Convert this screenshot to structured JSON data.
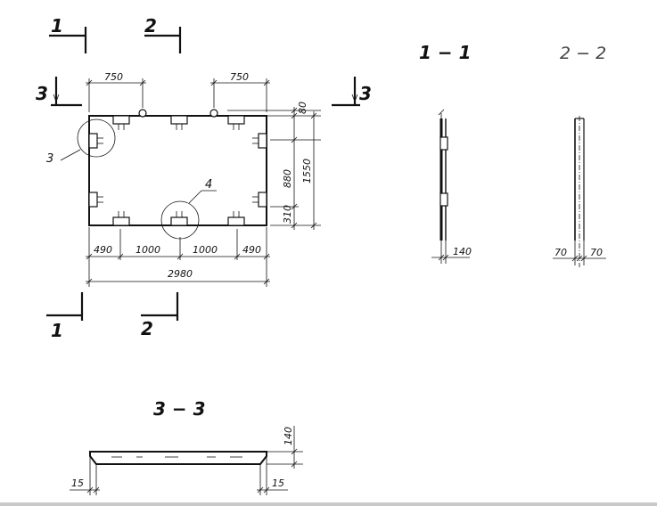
{
  "sections": {
    "plan_top_1": "1",
    "plan_top_2": "2",
    "plan_left_3": "3",
    "plan_right_3": "3",
    "plan_bottom_1": "1",
    "plan_bottom_2": "2",
    "view_1_1": "1 − 1",
    "view_2_2": "2 − 2",
    "view_3_3": "3 − 3"
  },
  "callouts": {
    "detail_3": "3",
    "detail_4": "4"
  },
  "dimensions": {
    "top_left_750": "750",
    "top_right_750": "750",
    "right_80": "80",
    "right_880": "880",
    "right_310": "310",
    "right_1550": "1550",
    "bottom_490_left": "490",
    "bottom_1000_left": "1000",
    "bottom_1000_right": "1000",
    "bottom_490_right": "490",
    "bottom_total_2980": "2980",
    "section_1_140": "140",
    "section_2_70_left": "70",
    "section_2_70_right": "70",
    "section_3_140": "140",
    "section_3_15_left": "15",
    "section_3_15_right": "15"
  }
}
